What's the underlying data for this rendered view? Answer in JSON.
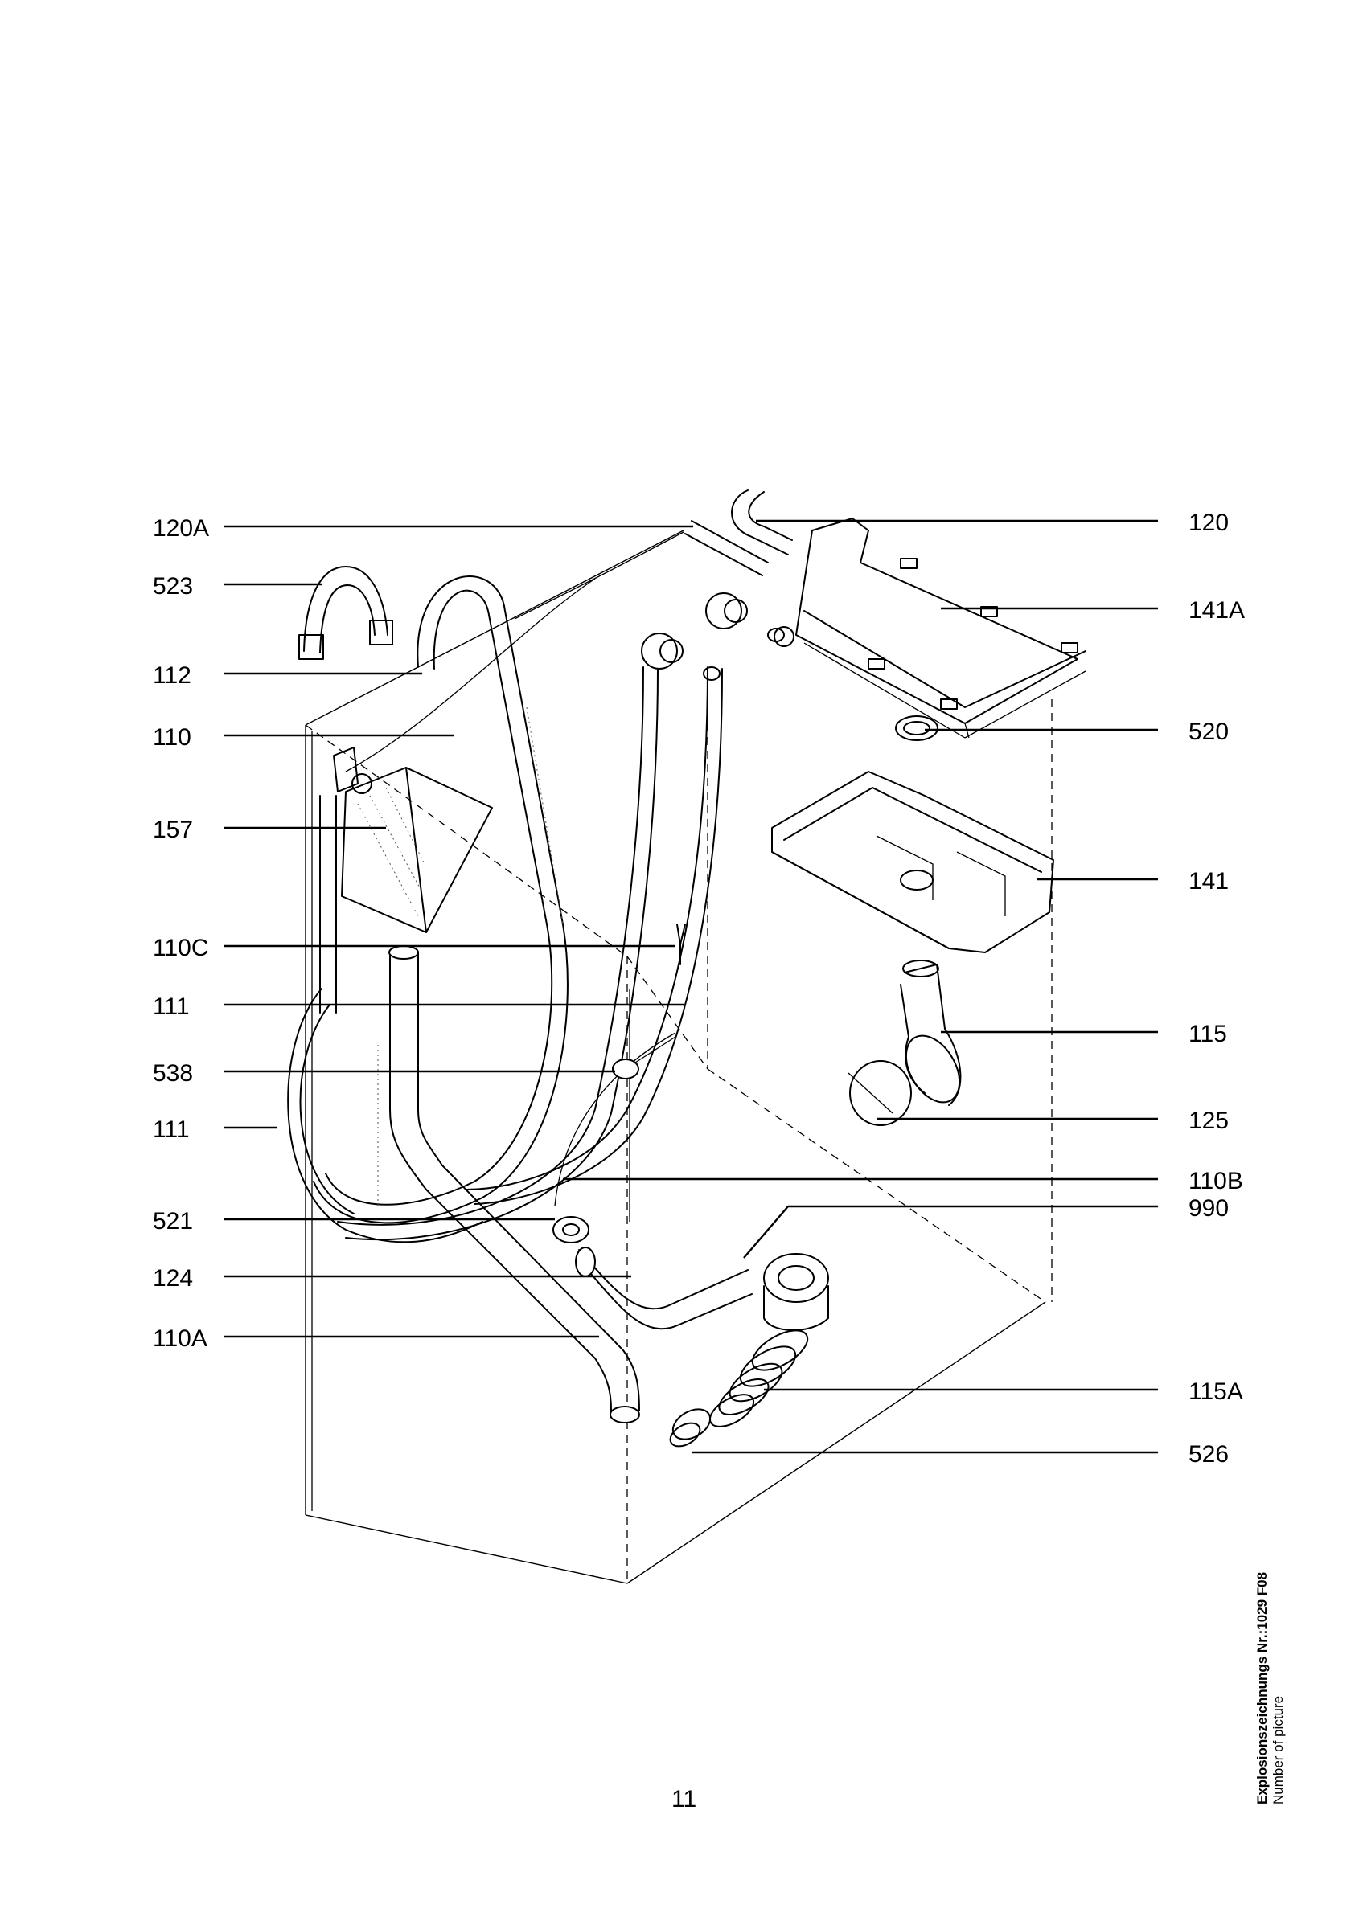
{
  "labels_left": [
    "120A",
    "523",
    "112",
    "110",
    "157",
    "110C",
    "111",
    "538",
    "111",
    "521",
    "124",
    "110A"
  ],
  "labels_right": [
    "120",
    "141A",
    "520",
    "141",
    "115",
    "125",
    "110B",
    "990",
    "115A",
    "526"
  ],
  "page_number": "11",
  "caption": {
    "line1": "Explosionszeichnungs Nr.:1029 F08",
    "line2": "Number of picture"
  }
}
